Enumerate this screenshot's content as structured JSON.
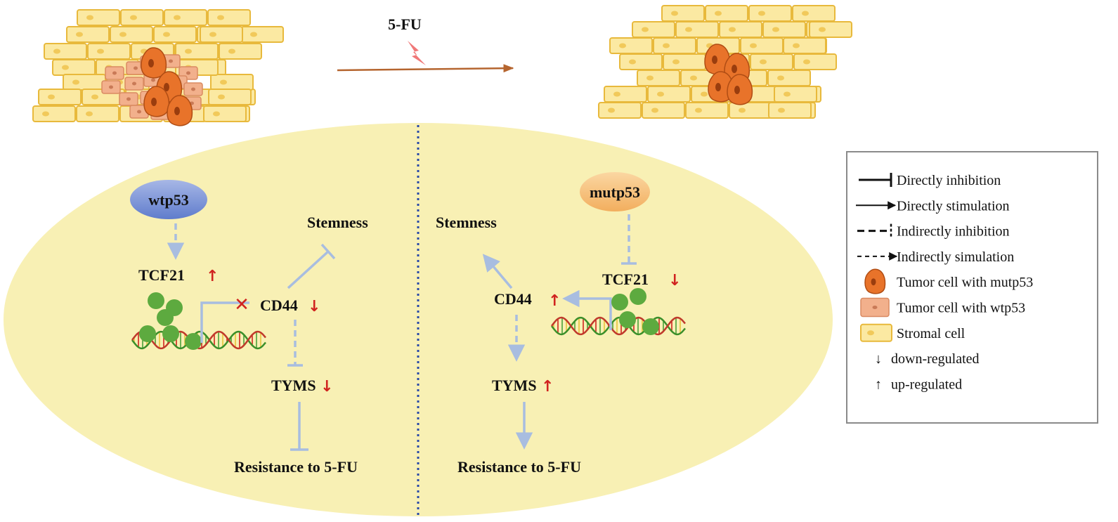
{
  "drug": {
    "label": "5-FU"
  },
  "left_panel": {
    "p53": "wtp53",
    "tcf21": "TCF21",
    "tcf21_arrow": "↑",
    "cd44": "CD44",
    "cd44_arrow": "↓",
    "stemness": "Stemness",
    "tyms": "TYMS",
    "tyms_arrow": "↓",
    "resistance": "Resistance to 5-FU",
    "block_mark": "✕"
  },
  "right_panel": {
    "p53": "mutp53",
    "tcf21": "TCF21",
    "tcf21_arrow": "↓",
    "cd44": "CD44",
    "cd44_arrow": "↑",
    "stemness": "Stemness",
    "tyms": "TYMS",
    "tyms_arrow": "↑",
    "resistance": "Resistance to 5-FU"
  },
  "legend": {
    "items": [
      {
        "label": "Directly inhibition",
        "symbol": "solid-inhibit"
      },
      {
        "label": "Directly stimulation",
        "symbol": "solid-arrow"
      },
      {
        "label": "Indirectly inhibition",
        "symbol": "dashed-inhibit"
      },
      {
        "label": "Indirectly simulation",
        "symbol": "dashed-arrow"
      },
      {
        "label": "Tumor cell with mutp53",
        "symbol": "mut-cell-icon"
      },
      {
        "label": "Tumor cell with wtp53",
        "symbol": "wt-cell-icon"
      },
      {
        "label": "Stromal cell",
        "symbol": "stromal-cell-icon"
      },
      {
        "label": "down-regulated",
        "symbol": "↓"
      },
      {
        "label": "up-regulated",
        "symbol": "↑"
      }
    ]
  },
  "colors": {
    "background_ellipse": "#f8f0b4",
    "stromal_fill": "#fbe9a2",
    "stromal_stroke": "#e8b93c",
    "tumor_mut": "#e8732a",
    "tumor_wt": "#f2b08c",
    "wtp53_node": "#7d95d8",
    "mutp53_node": "#f6c07e",
    "pathway_arrow": "#a8bde0",
    "regulation_arrow": "#d0231f",
    "green_ball": "#5daa3f",
    "treatment_arrow": "#b5652f",
    "divider": "#2a4aa8"
  }
}
